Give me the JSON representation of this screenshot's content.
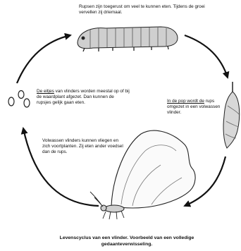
{
  "caterpillar_text": "Rupsen zijn toegerust om veel te kunnen eten. Tijdens de groei vervellen zij driemaal.",
  "eggs_text": {
    "lead": "De eitjes",
    "rest": " van vlinders worden meestal op of bij de waardplant afgezet. Dan kunnen de rupsjes gelijk gaan eten."
  },
  "pupa_text": {
    "lead": "In de pop wordt de",
    "rest": " rups omgezet in een volwassen vlinder."
  },
  "butterfly_text": "Volwassen vlinders kunnen vliegen en zich voortplanten. Zij eten ander voedsel dan de rups.",
  "caption": "Levenscyclus van een vlinder. Voorbeeld van een volledige gedaanteverwisseling."
}
